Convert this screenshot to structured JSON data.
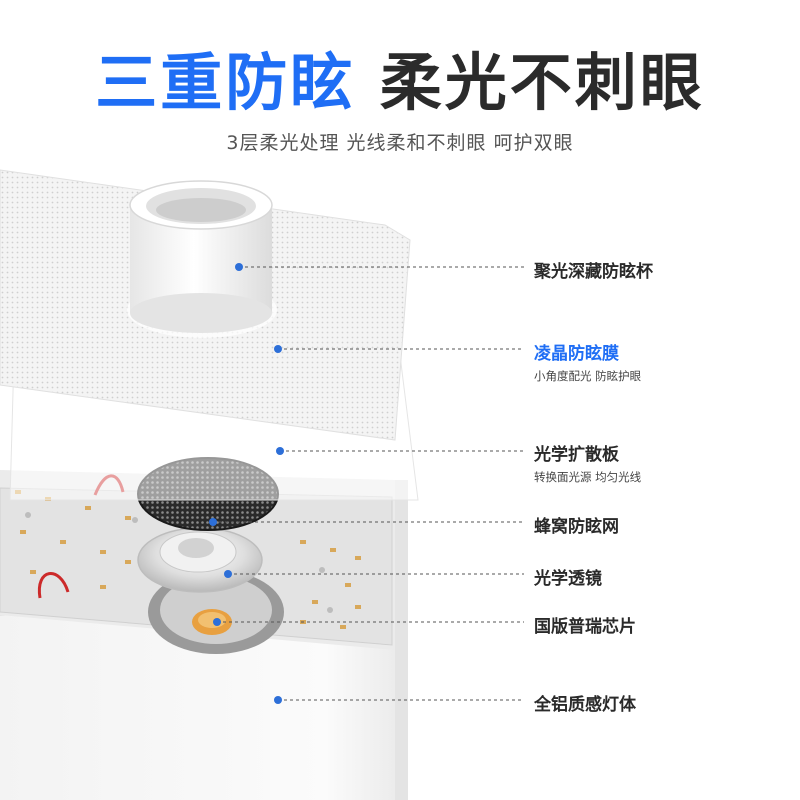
{
  "headline": {
    "accent": "三重防眩",
    "main": "柔光不刺眼"
  },
  "subtitle": "3层柔光处理 光线柔和不刺眼 呵护双眼",
  "callouts": [
    {
      "title": "聚光深藏防眩杯"
    },
    {
      "title": "凌晶防眩膜",
      "sub": "小角度配光 防眩护眼"
    },
    {
      "title": "光学扩散板",
      "sub": "转换面光源 均匀光线"
    },
    {
      "title": "蜂窝防眩网"
    },
    {
      "title": "光学透镜"
    },
    {
      "title": "国版普瑞芯片"
    },
    {
      "title": "全铝质感灯体"
    }
  ],
  "colors": {
    "accent": "#1f6ef5",
    "text": "#2a2a2a",
    "dot": "#2d6fd8"
  }
}
